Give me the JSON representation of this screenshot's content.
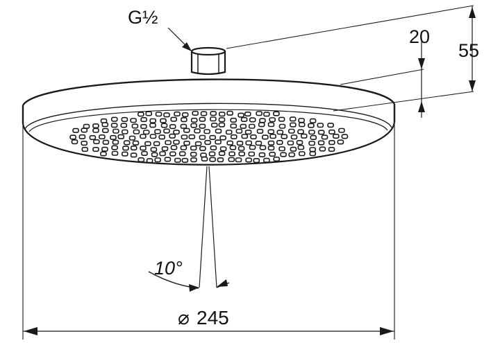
{
  "drawing": {
    "thread_label": "G½",
    "dim_height_inner": "20",
    "dim_height_outer": "55",
    "angle_label": "10°",
    "diameter_label": "245",
    "diameter_symbol": "⌀"
  },
  "colors": {
    "line": "#1a1a1a",
    "background": "#ffffff"
  }
}
